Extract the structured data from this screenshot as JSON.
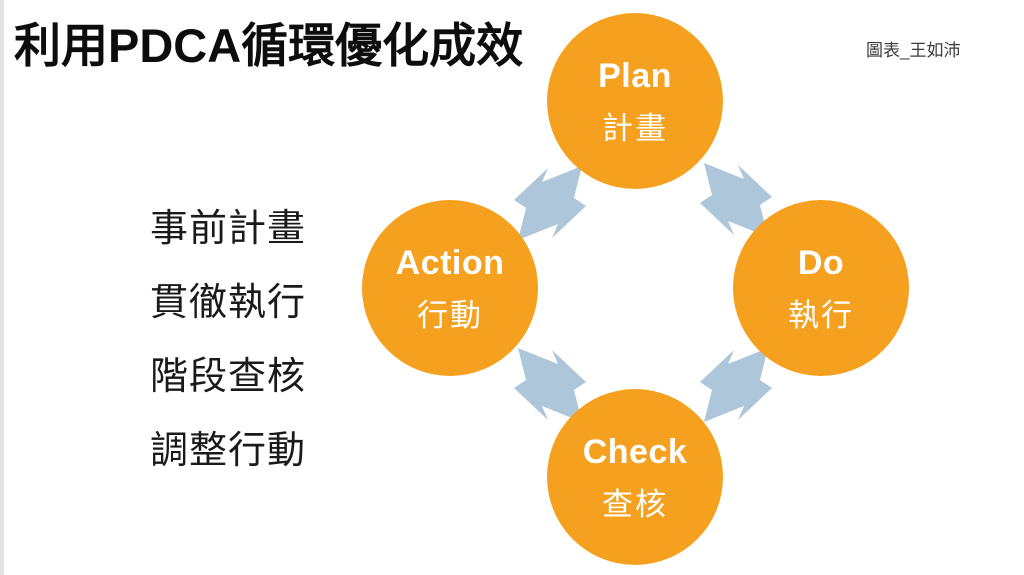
{
  "slide": {
    "title": "利用PDCA循環優化成效",
    "attribution": "圖表_王如沛",
    "background_color": "#FFFFFF",
    "title_color": "#0D0D0D"
  },
  "points": {
    "items": [
      {
        "label": "事前計畫"
      },
      {
        "label": "貫徹執行"
      },
      {
        "label": "階段查核"
      },
      {
        "label": "調整行動"
      }
    ]
  },
  "diagram": {
    "name": "PDCA cycle",
    "direction": "clockwise",
    "node_color": "#F5A01E",
    "node_text_color": "#FFFFFF",
    "arrow_color": "#AEC6DA",
    "nodes": [
      {
        "id": "plan",
        "position": "top",
        "en": "Plan",
        "zh": "計畫"
      },
      {
        "id": "do",
        "position": "right",
        "en": "Do",
        "zh": "執行"
      },
      {
        "id": "check",
        "position": "bottom",
        "en": "Check",
        "zh": "查核"
      },
      {
        "id": "action",
        "position": "left",
        "en": "Action",
        "zh": "行動"
      }
    ],
    "arrows": [
      {
        "id": "action-to-plan",
        "from": "action",
        "to": "plan",
        "direction": "up-right"
      },
      {
        "id": "plan-to-do",
        "from": "plan",
        "to": "do",
        "direction": "down-right"
      },
      {
        "id": "do-to-check",
        "from": "do",
        "to": "check",
        "direction": "down-left"
      },
      {
        "id": "check-to-action",
        "from": "check",
        "to": "action",
        "direction": "up-left"
      }
    ]
  }
}
